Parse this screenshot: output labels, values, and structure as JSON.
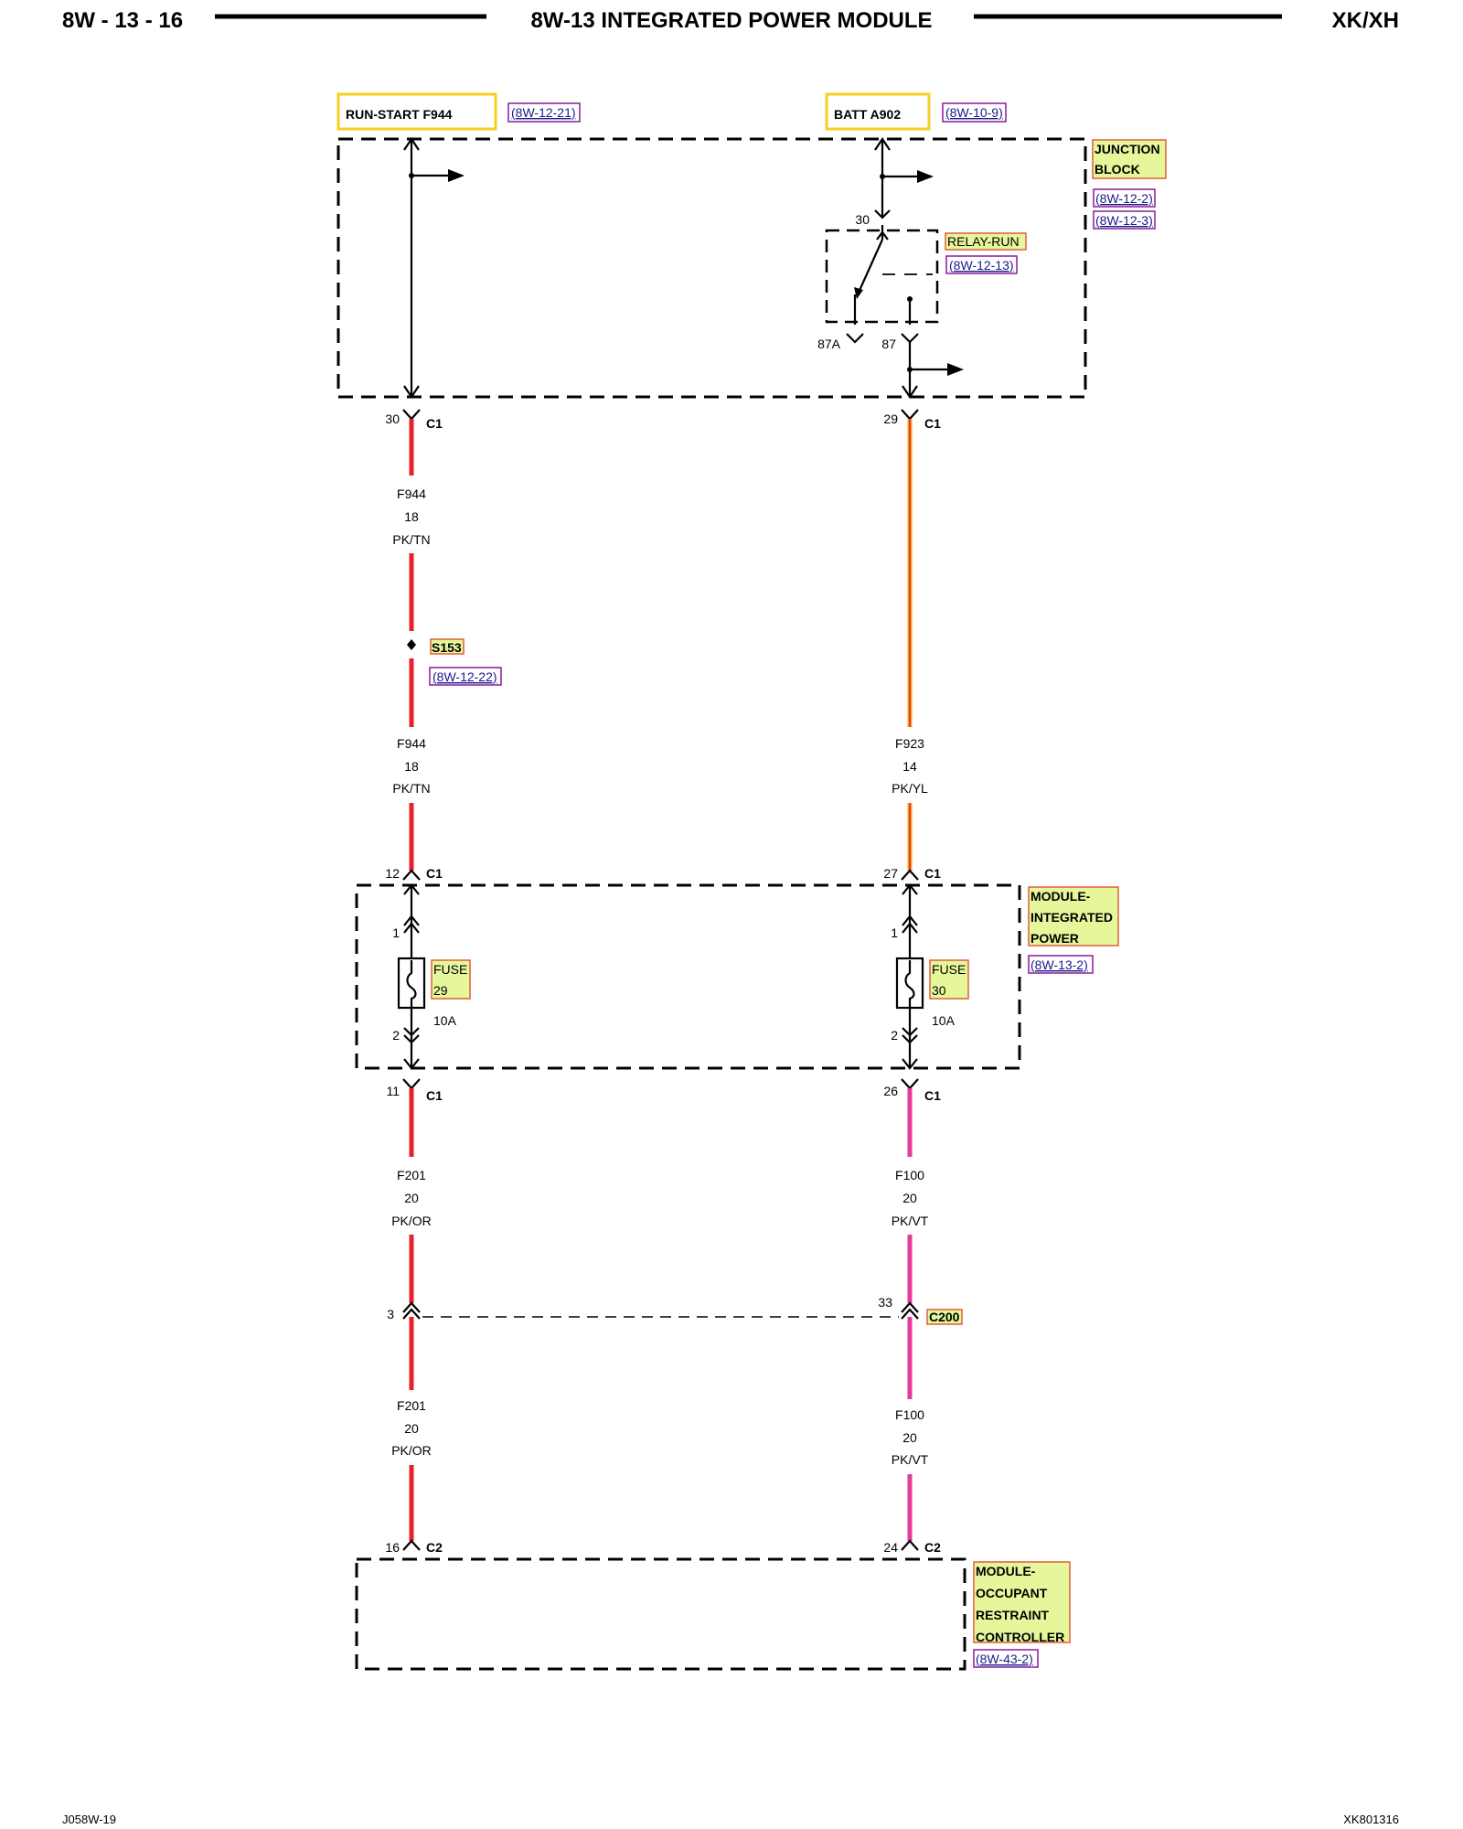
{
  "header": {
    "left": "8W - 13 - 16",
    "title": "8W-13 INTEGRATED POWER MODULE",
    "right": "XK/XH"
  },
  "footer": {
    "left": "J058W-19",
    "right": "XK801316"
  },
  "sources": {
    "left": {
      "label": "RUN-START F944",
      "ref": "(8W-12-21)"
    },
    "right": {
      "label": "BATT A902",
      "ref": "(8W-10-9)"
    }
  },
  "junction_block": {
    "line1": "JUNCTION",
    "line2": "BLOCK",
    "ref1": "(8W-12-2)",
    "ref2": "(8W-12-3)"
  },
  "relay": {
    "label": "RELAY-RUN",
    "ref": "(8W-12-13)",
    "pin_30": "30",
    "pin_87a": "87A",
    "pin_87": "87"
  },
  "jb_connectors": {
    "left": {
      "pin": "30",
      "conn": "C1"
    },
    "right": {
      "pin": "29",
      "conn": "C1"
    }
  },
  "wires": {
    "f944_a": {
      "circuit": "F944",
      "gauge": "18",
      "color": "PK/TN"
    },
    "f944_b": {
      "circuit": "F944",
      "gauge": "18",
      "color": "PK/TN"
    },
    "f923": {
      "circuit": "F923",
      "gauge": "14",
      "color": "PK/YL"
    },
    "f201_a": {
      "circuit": "F201",
      "gauge": "20",
      "color": "PK/OR"
    },
    "f201_b": {
      "circuit": "F201",
      "gauge": "20",
      "color": "PK/OR"
    },
    "f100_a": {
      "circuit": "F100",
      "gauge": "20",
      "color": "PK/VT"
    },
    "f100_b": {
      "circuit": "F100",
      "gauge": "20",
      "color": "PK/VT"
    }
  },
  "splice": {
    "id": "S153",
    "ref": "(8W-12-22)"
  },
  "ipm_connectors": {
    "left_in": {
      "pin": "12",
      "conn": "C1"
    },
    "right_in": {
      "pin": "27",
      "conn": "C1"
    },
    "left_out": {
      "pin": "11",
      "conn": "C1"
    },
    "right_out": {
      "pin": "26",
      "conn": "C1"
    }
  },
  "ipm": {
    "line1": "MODULE-",
    "line2": "INTEGRATED",
    "line3": "POWER",
    "ref": "(8W-13-2)"
  },
  "fuses": {
    "left": {
      "name": "FUSE",
      "number": "29",
      "rating": "10A",
      "pin_top": "1",
      "pin_bottom": "2"
    },
    "right": {
      "name": "FUSE",
      "number": "30",
      "rating": "10A",
      "pin_top": "1",
      "pin_bottom": "2"
    }
  },
  "c200": {
    "id": "C200",
    "left_pin": "3",
    "right_pin": "33"
  },
  "orc_connectors": {
    "left": {
      "pin": "16",
      "conn": "C2"
    },
    "right": {
      "pin": "24",
      "conn": "C2"
    }
  },
  "orc": {
    "line1": "MODULE-",
    "line2": "OCCUPANT",
    "line3": "RESTRAINT",
    "line4": "CONTROLLER",
    "ref": "(8W-43-2)"
  },
  "colors": {
    "wire_red": "#e8202a",
    "wire_orange_stripe": "#f5a623",
    "wire_magenta": "#e6399b",
    "highlight": "#e6f79b",
    "source_box": "#f5d020"
  }
}
